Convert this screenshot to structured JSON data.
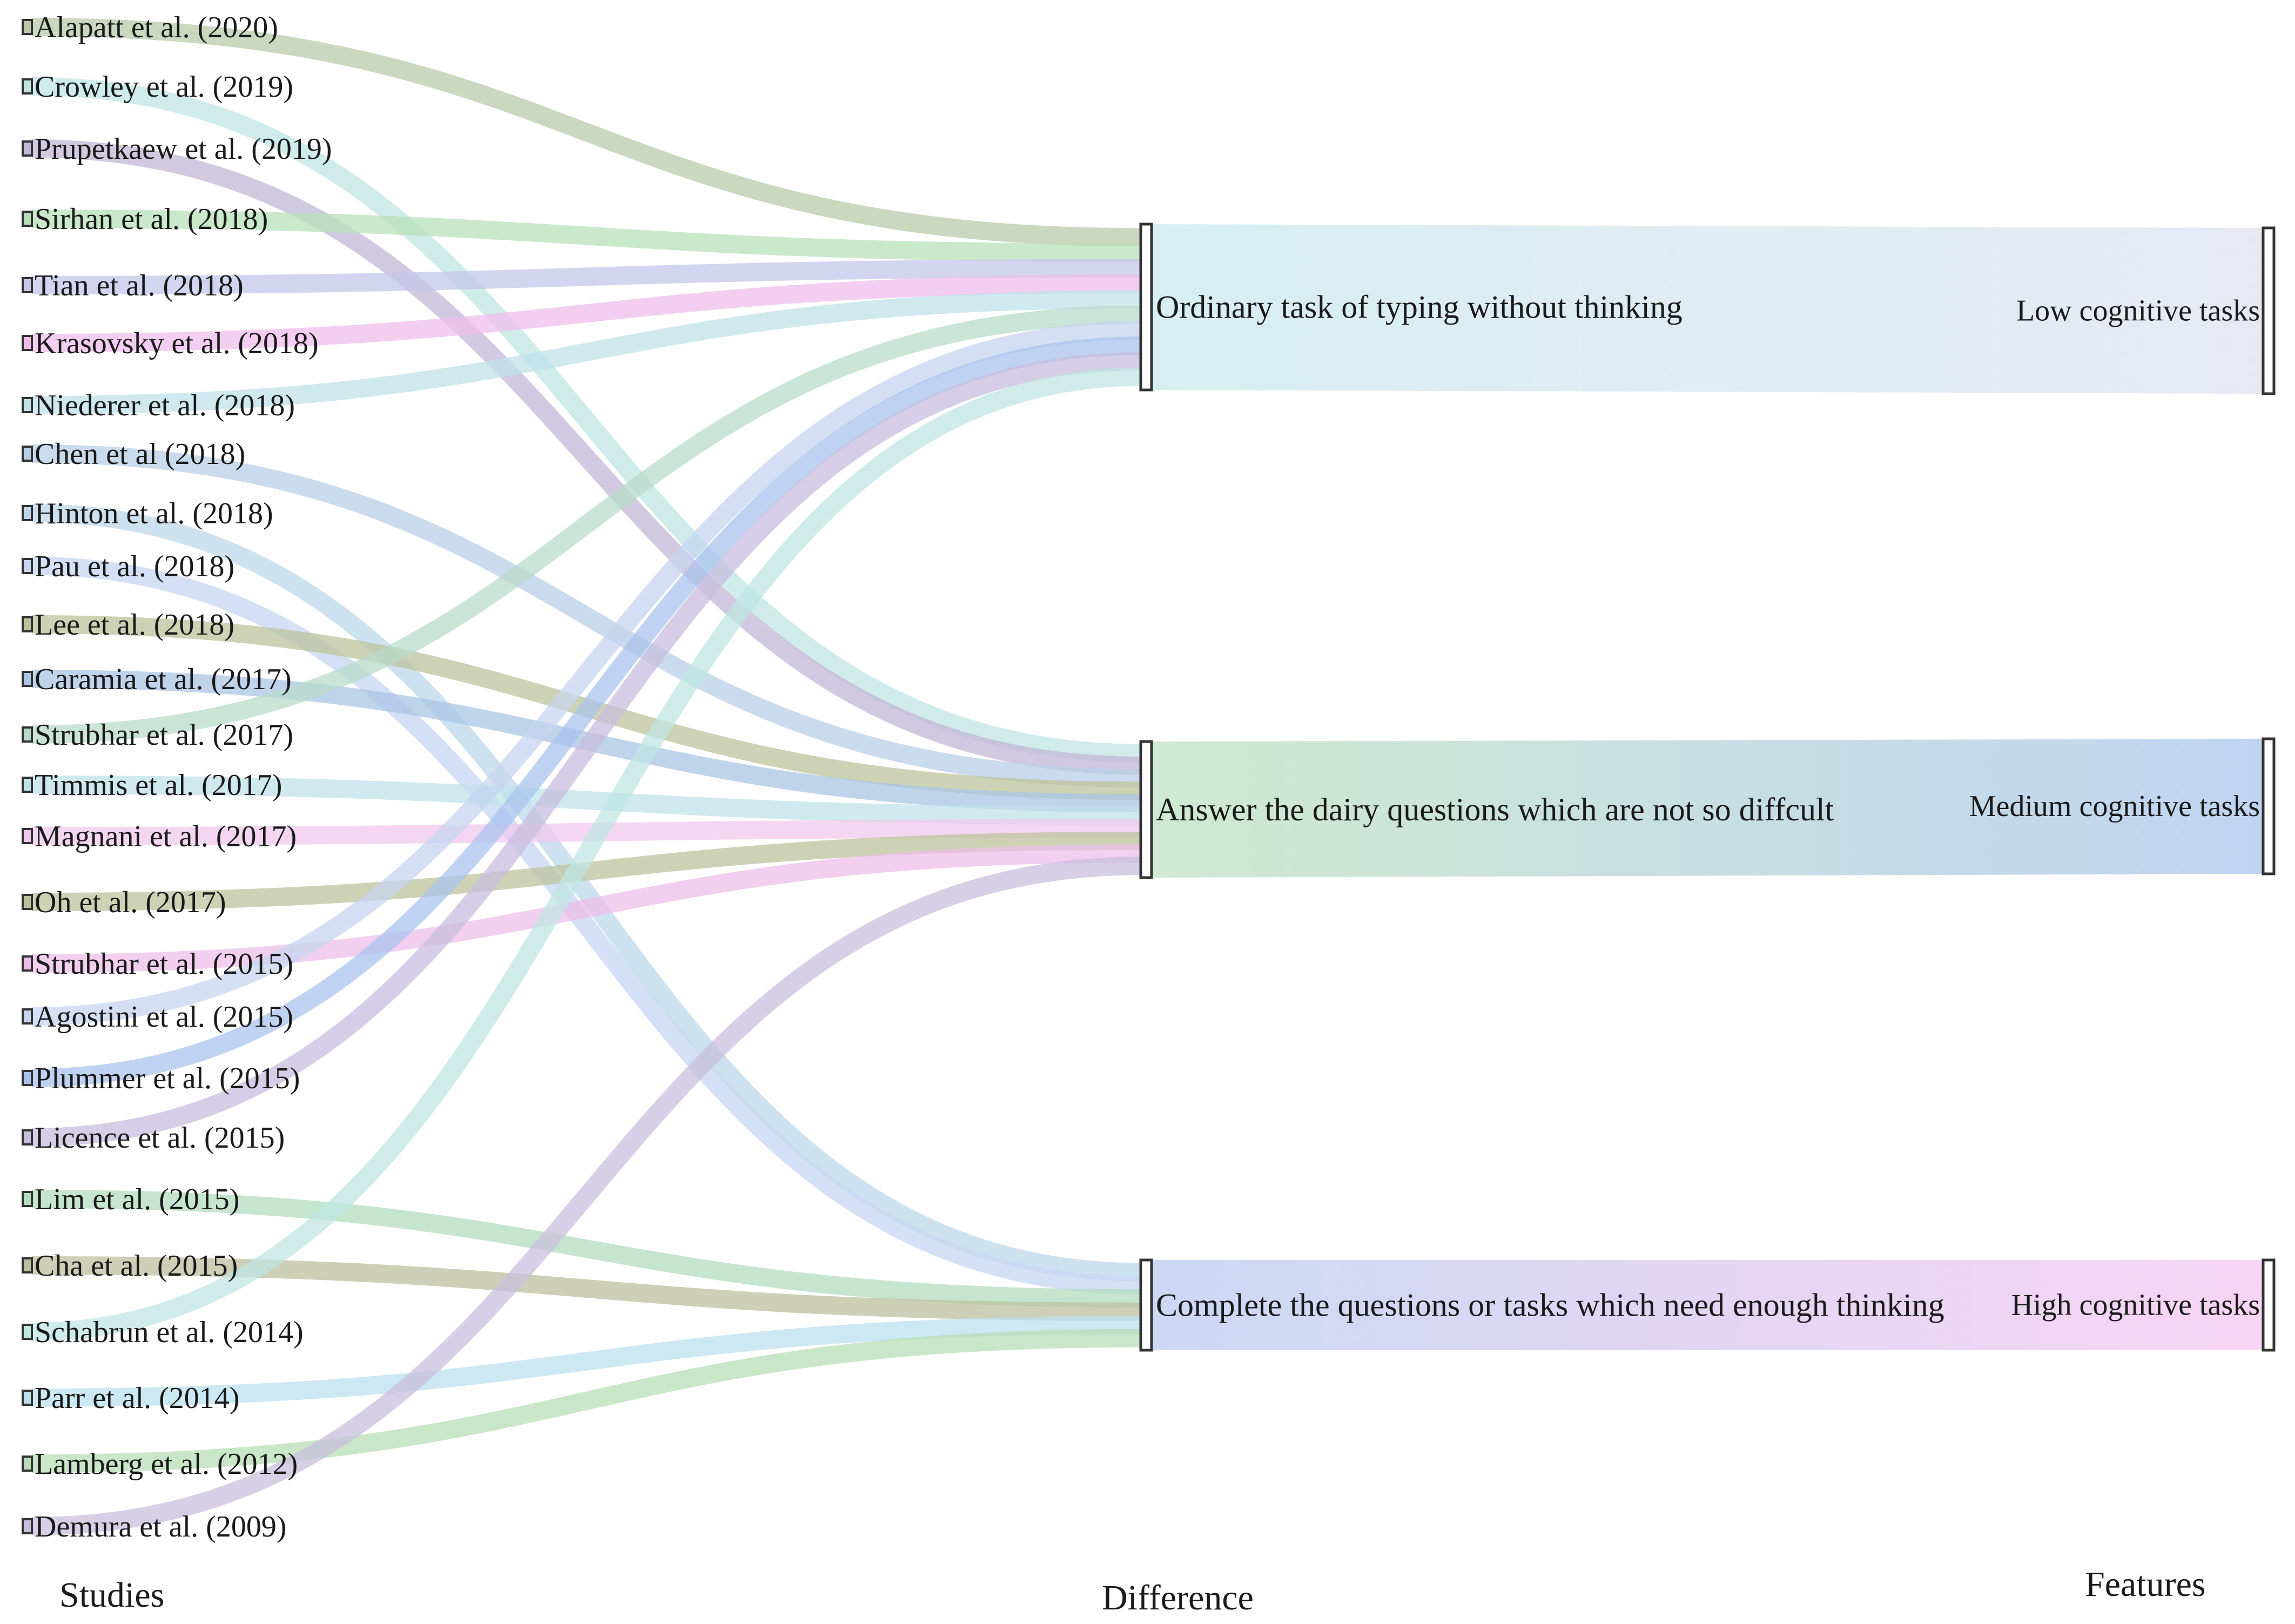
{
  "columns": {
    "studies": "Studies",
    "difference": "Difference",
    "features": "Features"
  },
  "studies": [
    {
      "id": "s1",
      "label": "Alapatt et al. (2020)",
      "color": "#b9c9a8"
    },
    {
      "id": "s2",
      "label": "Crowley et al. (2019)",
      "color": "#bfe6e3"
    },
    {
      "id": "s3",
      "label": "Prupetkaew et al. (2019)",
      "color": "#c2b7d6"
    },
    {
      "id": "s4",
      "label": "Sirhan et al. (2018)",
      "color": "#b8e0b8"
    },
    {
      "id": "s5",
      "label": "Tian et al. (2018)",
      "color": "#c4c6ea"
    },
    {
      "id": "s6",
      "label": "Krasovsky et al. (2018)",
      "color": "#efbdec"
    },
    {
      "id": "s7",
      "label": "Niederer et al. (2018)",
      "color": "#bfe1ea"
    },
    {
      "id": "s8",
      "label": "Chen et al (2018)",
      "color": "#b7cfe6"
    },
    {
      "id": "s9",
      "label": "Hinton et al. (2018)",
      "color": "#bcd7e8"
    },
    {
      "id": "s10",
      "label": "Pau et al. (2018)",
      "color": "#c6d6f1"
    },
    {
      "id": "s11",
      "label": "Lee et al. (2018)",
      "color": "#bcc39c"
    },
    {
      "id": "s12",
      "label": "Caramia et al. (2017)",
      "color": "#a9c4e4"
    },
    {
      "id": "s13",
      "label": "Strubhar et al. (2017)",
      "color": "#b8dbc9"
    },
    {
      "id": "s14",
      "label": "Timmis et al. (2017)",
      "color": "#bfe1ea"
    },
    {
      "id": "s15",
      "label": "Magnani et al. (2017)",
      "color": "#f0c8ee"
    },
    {
      "id": "s16",
      "label": "Oh et al. (2017)",
      "color": "#bcc39c"
    },
    {
      "id": "s17",
      "label": "Strubhar et al. (2015)",
      "color": "#edbdea"
    },
    {
      "id": "s18",
      "label": "Agostini et al. (2015)",
      "color": "#c6d4ef"
    },
    {
      "id": "s19",
      "label": "Plummer et al. (2015)",
      "color": "#a9c3ec"
    },
    {
      "id": "s20",
      "label": "Licence et al. (2015)",
      "color": "#c7bedd"
    },
    {
      "id": "s21",
      "label": "Lim et al. (2015)",
      "color": "#b3dcbf"
    },
    {
      "id": "s22",
      "label": "Cha et al. (2015)",
      "color": "#bcc09f"
    },
    {
      "id": "s23",
      "label": "Schabrun et al. (2014)",
      "color": "#bfe6e3"
    },
    {
      "id": "s24",
      "label": "Parr et al. (2014)",
      "color": "#bbe0ee"
    },
    {
      "id": "s25",
      "label": "Lamberg et al. (2012)",
      "color": "#b8ddb6"
    },
    {
      "id": "s26",
      "label": "Demura et al. (2009)",
      "color": "#c8bfdc"
    }
  ],
  "differences": [
    {
      "id": "d1",
      "label": "Ordinary task of typing without thinking",
      "color": "#d5eef1"
    },
    {
      "id": "d2",
      "label": "Answer the dairy questions which are not so diffcult",
      "color": "#cde8cf"
    },
    {
      "id": "d3",
      "label": "Complete the questions or tasks which need enough thinking",
      "color": "#c9d6f3"
    }
  ],
  "features": [
    {
      "id": "f1",
      "label": "Low cognitive tasks",
      "color": "#e6e8f2"
    },
    {
      "id": "f2",
      "label": "Medium cognitive tasks",
      "color": "#bcd2f1"
    },
    {
      "id": "f3",
      "label": "High cognitive tasks",
      "color": "#f8d2f4"
    }
  ],
  "links": [
    {
      "source": "s1",
      "target": "d1"
    },
    {
      "source": "s2",
      "target": "d2"
    },
    {
      "source": "s3",
      "target": "d2"
    },
    {
      "source": "s4",
      "target": "d1"
    },
    {
      "source": "s5",
      "target": "d1"
    },
    {
      "source": "s6",
      "target": "d1"
    },
    {
      "source": "s7",
      "target": "d1"
    },
    {
      "source": "s8",
      "target": "d2"
    },
    {
      "source": "s9",
      "target": "d3"
    },
    {
      "source": "s10",
      "target": "d3"
    },
    {
      "source": "s11",
      "target": "d2"
    },
    {
      "source": "s12",
      "target": "d2"
    },
    {
      "source": "s13",
      "target": "d1"
    },
    {
      "source": "s14",
      "target": "d2"
    },
    {
      "source": "s15",
      "target": "d2"
    },
    {
      "source": "s16",
      "target": "d2"
    },
    {
      "source": "s17",
      "target": "d2"
    },
    {
      "source": "s18",
      "target": "d1"
    },
    {
      "source": "s19",
      "target": "d1"
    },
    {
      "source": "s20",
      "target": "d1"
    },
    {
      "source": "s21",
      "target": "d3"
    },
    {
      "source": "s22",
      "target": "d3"
    },
    {
      "source": "s23",
      "target": "d1"
    },
    {
      "source": "s24",
      "target": "d3"
    },
    {
      "source": "s25",
      "target": "d3"
    },
    {
      "source": "s26",
      "target": "d2"
    },
    {
      "source": "d1",
      "target": "f1"
    },
    {
      "source": "d2",
      "target": "f2"
    },
    {
      "source": "d3",
      "target": "f3"
    }
  ]
}
